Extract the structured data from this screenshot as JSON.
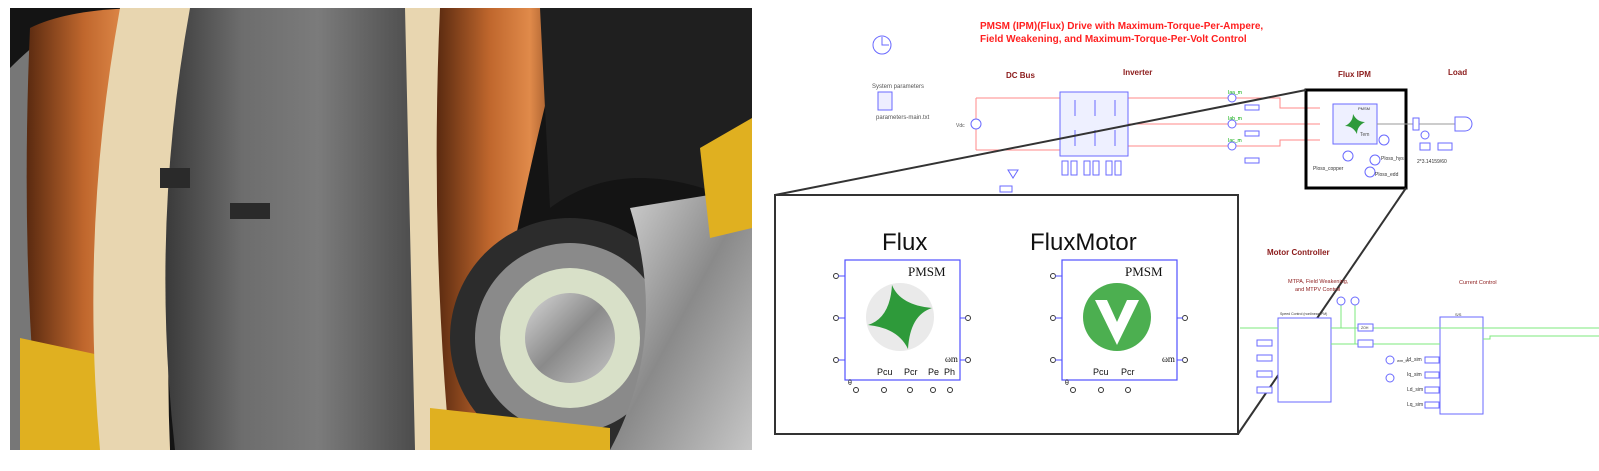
{
  "photo": {
    "subject": "motor-stator-photo"
  },
  "diagram": {
    "title_line1": "PMSM (IPM)(Flux) Drive with Maximum-Torque-Per-Ampere,",
    "title_line2": "Field Weakening, and Maximum-Torque-Per-Volt Control",
    "system_params_label": "System parameters",
    "system_params_file": "parameters-main.txt",
    "sections": {
      "dc_bus": "DC Bus",
      "inverter": "Inverter",
      "flux_ipm": "Flux IPM",
      "load": "Load",
      "motor_controller": "Motor Controller",
      "mtpa_line1": "MTPA, Field Weakening,",
      "mtpa_line2": "and MTPV Control",
      "current_control": "Current Control"
    },
    "signals": {
      "vdc": "Vdc",
      "iaa": "Iaa_m",
      "iab": "Iab_m",
      "iac": "Iac_m",
      "tem": "Tem",
      "ploss_copper": "Ploss_copper",
      "ploss_hys": "Ploss_hys",
      "ploss_eddy": "Ploss_edd",
      "gain": "2*3.14159/60",
      "speed_block": "Speed Control (nonlinear IPM)",
      "zoh": "ZOH",
      "wm_th": "wm_th",
      "id_sim": "Id_sim",
      "iq_sim": "Iq_sim",
      "ld_sim": "Ld_sim",
      "lq_sim": "Lq_sim",
      "sig_block": "S/S"
    },
    "inset": {
      "flux_title": "Flux",
      "fluxmotor_title": "FluxMotor",
      "pmsm": "PMSM",
      "wm": "ωm",
      "pcu": "Pcu",
      "pcr": "Pcr",
      "pe": "Pe",
      "ph": "Ph",
      "theta": "θ"
    }
  }
}
